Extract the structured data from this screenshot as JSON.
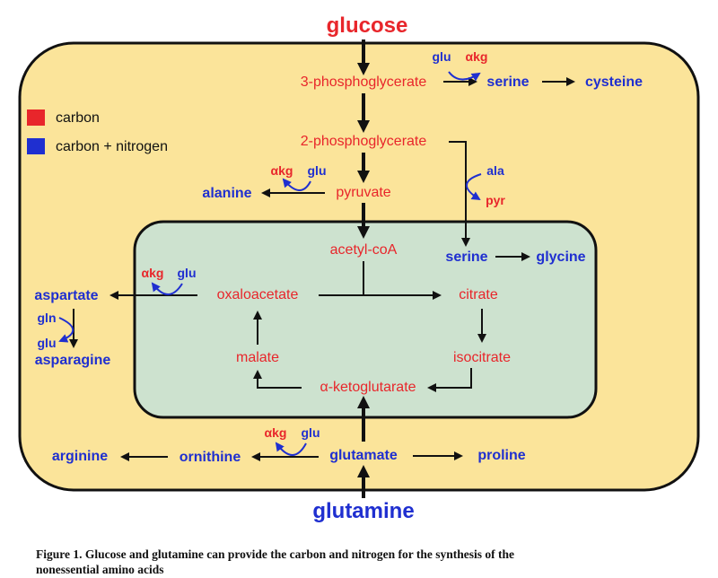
{
  "inputs": {
    "glucose": "glucose",
    "glutamine": "glutamine"
  },
  "legend": {
    "carbon": {
      "label": "carbon",
      "color": "#e8262b"
    },
    "carbon_nitrogen": {
      "label": "carbon + nitrogen",
      "color": "#1f2fd0"
    }
  },
  "metabolites": {
    "three_pg": "3-phosphoglycerate",
    "two_pg": "2-phosphoglycerate",
    "pyruvate": "pyruvate",
    "acetyl_coa": "acetyl-coA",
    "oxaloacetate": "oxaloacetate",
    "citrate": "citrate",
    "isocitrate": "isocitrate",
    "malate": "malate",
    "akg_full": "α-ketoglutarate"
  },
  "amino_acids": {
    "serine_cyto": "serine",
    "cysteine": "cysteine",
    "alanine": "alanine",
    "serine_mito": "serine",
    "glycine": "glycine",
    "aspartate": "aspartate",
    "asparagine": "asparagine",
    "glutamate": "glutamate",
    "proline": "proline",
    "ornithine": "ornithine",
    "arginine": "arginine"
  },
  "cofactors": {
    "glu": "glu",
    "akg": "αkg",
    "ala": "ala",
    "pyr": "pyr",
    "gln": "gln"
  },
  "colors": {
    "cell_fill": "#fbe49a",
    "mito_fill": "#cde2cf",
    "carbon": "#e8262b",
    "nitrogen": "#1f2fd0"
  },
  "caption": {
    "line1": "Figure 1. Glucose and glutamine can provide the carbon and nitrogen for the synthesis of the",
    "line2": "nonessential amino acids"
  }
}
